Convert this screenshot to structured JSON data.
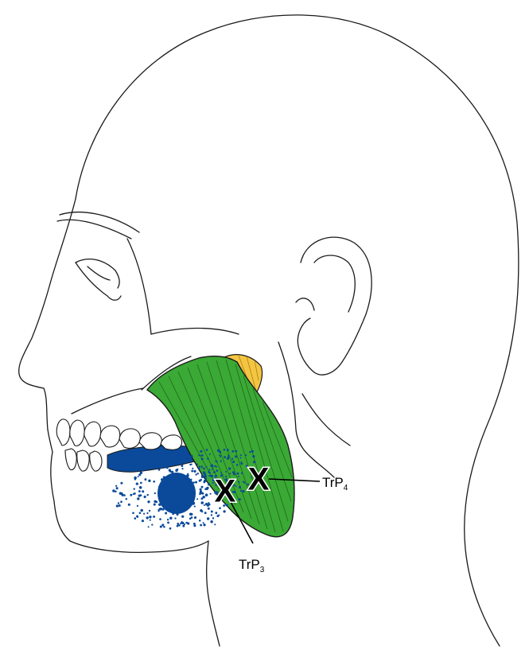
{
  "labels": {
    "trp3": {
      "main": "TrP",
      "sub": "3"
    },
    "trp4": {
      "main": "TrP",
      "sub": "4"
    }
  },
  "marker_glyph": "X",
  "colors": {
    "outline": "#1a1a1a",
    "muscle": "#3aa935",
    "muscle_fiber": "#1f5f1c",
    "tendon": "#f4c542",
    "teeth_highlight": "#0b4a9a",
    "referred_pain": "#0b4a9a",
    "marker": "#000000",
    "marker_halo": "#ffffff"
  }
}
